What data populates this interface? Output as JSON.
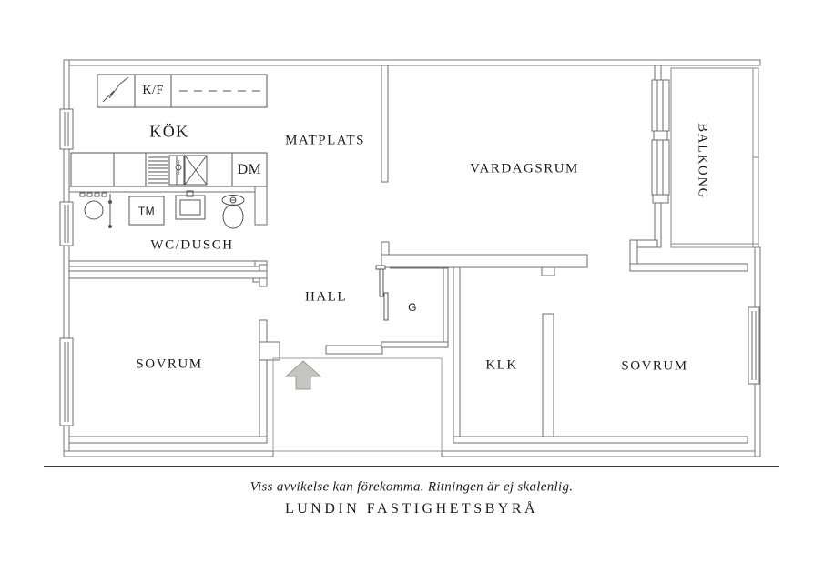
{
  "plan": {
    "rooms": {
      "kitchen": "KÖK",
      "dining": "MATPLATS",
      "living": "VARDAGSRUM",
      "balcony": "BALKONG",
      "bathroom": "WC/DUSCH",
      "hall": "HALL",
      "bedroom_left": "SOVRUM",
      "closet_room": "KLK",
      "bedroom_right": "SOVRUM"
    },
    "fixtures": {
      "fridge_freezer": "K/F",
      "dishwasher": "DM",
      "washing_machine": "TM",
      "wardrobe": "G"
    },
    "colors": {
      "wall_line": "#6e6e6e",
      "fixture_line": "#555555",
      "text": "#1c1c1c",
      "arrow_fill": "#c6c6c1"
    }
  },
  "footer": {
    "disclaimer": "Viss avvikelse kan förekomma. Ritningen är ej skalenlig.",
    "company": "LUNDIN FASTIGHETSBYRÅ"
  }
}
